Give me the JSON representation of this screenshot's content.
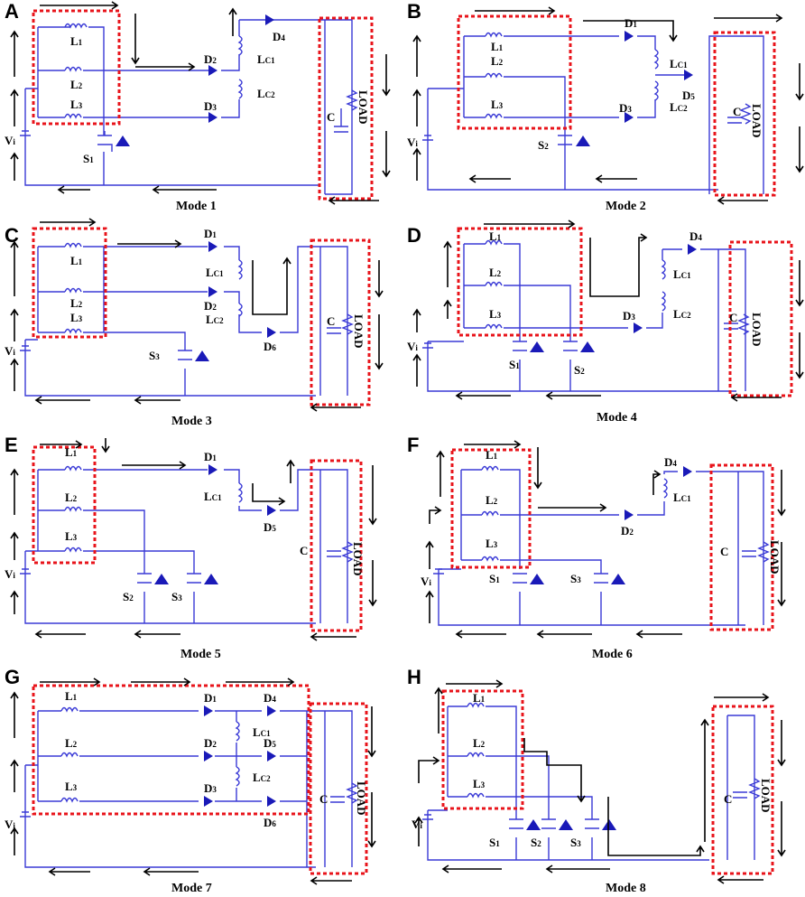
{
  "figure": {
    "panels": [
      {
        "id": "A",
        "mode": "Mode 1",
        "components": {
          "L1": "L",
          "L1s": "1",
          "L2": "L",
          "L2s": "2",
          "L3": "L",
          "L3s": "3",
          "Vi": "V",
          "Vis": "i",
          "S": "S",
          "Ss": "1",
          "Da": "D",
          "Das": "2",
          "Db": "D",
          "Dbs": "3",
          "Dc": "D",
          "Dcs": "4",
          "LC1": "L",
          "LC1s": "C1",
          "LC2": "L",
          "LC2s": "C2",
          "C": "C",
          "load": "LOAD"
        }
      },
      {
        "id": "B",
        "mode": "Mode 2",
        "components": {
          "L1": "L",
          "L1s": "1",
          "L2": "L",
          "L2s": "2",
          "L3": "L",
          "L3s": "3",
          "Vi": "V",
          "Vis": "i",
          "S": "S",
          "Ss": "2",
          "Da": "D",
          "Das": "1",
          "Db": "D",
          "Dbs": "3",
          "Dc": "D",
          "Dcs": "5",
          "LC1": "L",
          "LC1s": "C1",
          "LC2": "L",
          "LC2s": "C2",
          "C": "C",
          "load": "LOAD"
        }
      },
      {
        "id": "C",
        "mode": "Mode 3",
        "components": {
          "L1": "L",
          "L1s": "1",
          "L2": "L",
          "L2s": "2",
          "L3": "L",
          "L3s": "3",
          "Vi": "V",
          "Vis": "i",
          "S": "S",
          "Ss": "3",
          "Da": "D",
          "Das": "1",
          "Db": "D",
          "Dbs": "2",
          "Dc": "D",
          "Dcs": "6",
          "LC1": "L",
          "LC1s": "C1",
          "LC2": "L",
          "LC2s": "C2",
          "C": "C",
          "load": "LOAD"
        }
      },
      {
        "id": "D",
        "mode": "Mode 4",
        "components": {
          "L1": "L",
          "L1s": "1",
          "L2": "L",
          "L2s": "2",
          "L3": "L",
          "L3s": "3",
          "Vi": "V",
          "Vis": "i",
          "S": "S",
          "Ss": "1",
          "S2": "S",
          "S2s": "2",
          "Da": "D",
          "Das": "4",
          "Db": "D",
          "Dbs": "3",
          "LC1": "L",
          "LC1s": "C1",
          "LC2": "L",
          "LC2s": "C2",
          "C": "C",
          "load": "LOAD"
        }
      },
      {
        "id": "E",
        "mode": "Mode 5",
        "components": {
          "L1": "L",
          "L1s": "1",
          "L2": "L",
          "L2s": "2",
          "L3": "L",
          "L3s": "3",
          "Vi": "V",
          "Vis": "i",
          "S": "S",
          "Ss": "2",
          "S2": "S",
          "S2s": "3",
          "Da": "D",
          "Das": "1",
          "Dc": "D",
          "Dcs": "5",
          "LC1": "L",
          "LC1s": "C1",
          "C": "C",
          "load": "LOAD"
        }
      },
      {
        "id": "F",
        "mode": "Mode 6",
        "components": {
          "L1": "L",
          "L1s": "1",
          "L2": "L",
          "L2s": "2",
          "L3": "L",
          "L3s": "3",
          "Vi": "V",
          "Vis": "i",
          "S": "S",
          "Ss": "1",
          "S2": "S",
          "S2s": "3",
          "Da": "D",
          "Das": "2",
          "Dc": "D",
          "Dcs": "4",
          "LC1": "L",
          "LC1s": "C1",
          "C": "C",
          "load": "LOAD"
        }
      },
      {
        "id": "G",
        "mode": "Mode 7",
        "components": {
          "L1": "L",
          "L1s": "1",
          "L2": "L",
          "L2s": "2",
          "L3": "L",
          "L3s": "3",
          "Vi": "V",
          "Vis": "i",
          "Da": "D",
          "Das": "1",
          "Db": "D",
          "Dbs": "2",
          "Dc": "D",
          "Dcs": "3",
          "Dd": "D",
          "Dds": "4",
          "De": "D",
          "Des": "5",
          "Df": "D",
          "Dfs": "6",
          "LC1": "L",
          "LC1s": "C1",
          "LC2": "L",
          "LC2s": "C2",
          "C": "C",
          "load": "LOAD"
        }
      },
      {
        "id": "H",
        "mode": "Mode 8",
        "components": {
          "L1": "L",
          "L1s": "1",
          "L2": "L",
          "L2s": "2",
          "L3": "L",
          "L3s": "3",
          "Vi": "V",
          "Vis": "i",
          "S": "S",
          "Ss": "1",
          "S2": "S",
          "S2s": "2",
          "S3": "S",
          "S3s": "3",
          "C": "C",
          "load": "LOAD"
        }
      }
    ]
  }
}
